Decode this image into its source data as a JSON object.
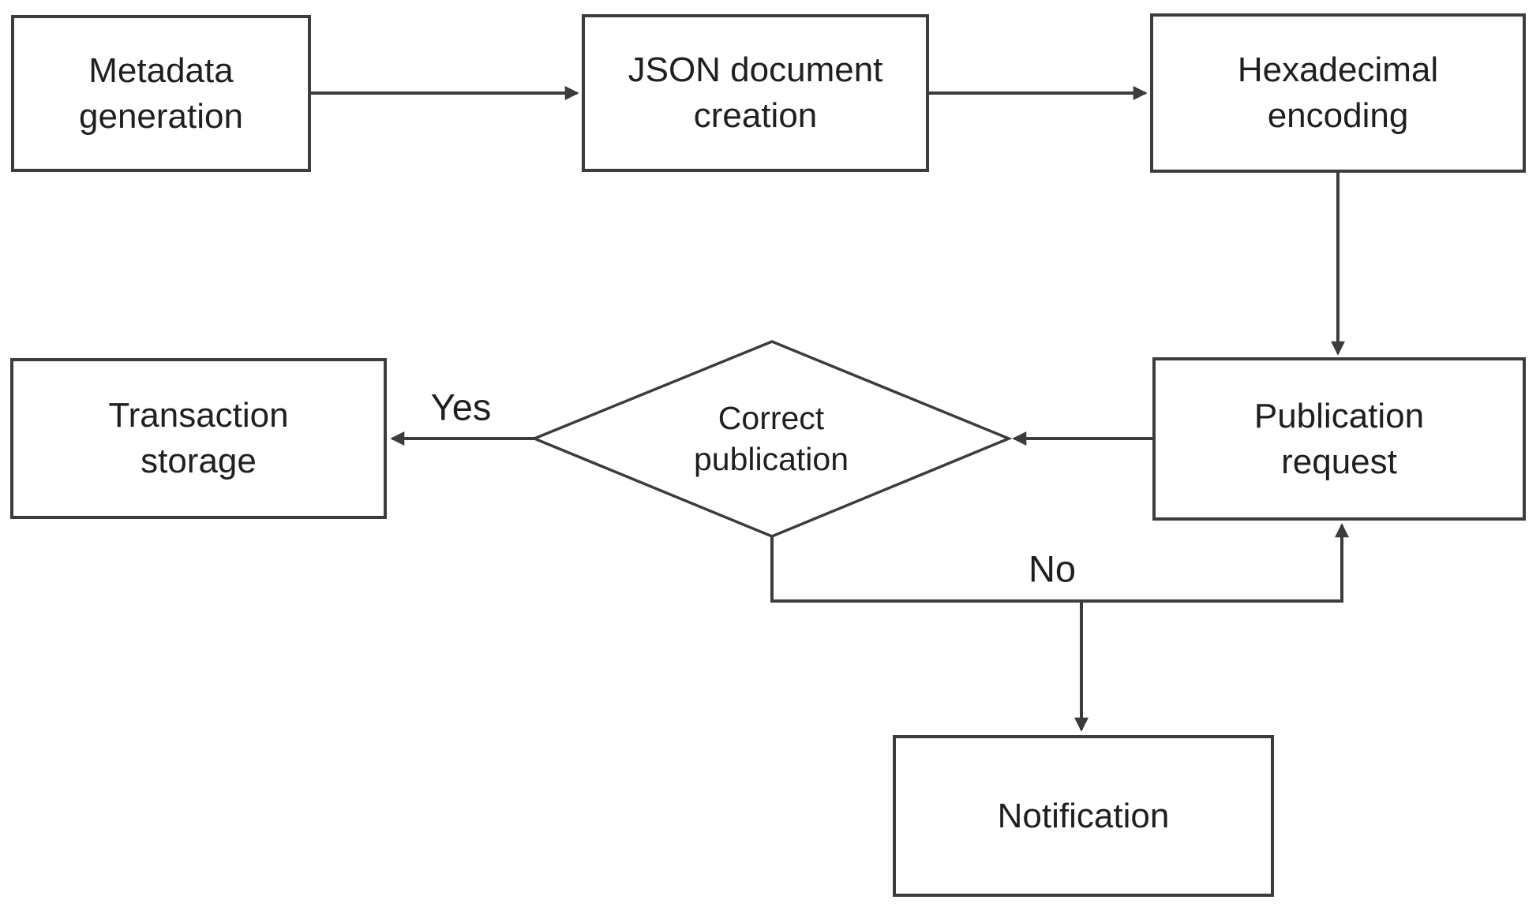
{
  "diagram": {
    "nodes": {
      "metadata": {
        "lines": [
          "Metadata",
          "generation"
        ]
      },
      "json_doc": {
        "lines": [
          "JSON document",
          "creation"
        ]
      },
      "hex": {
        "lines": [
          "Hexadecimal",
          "encoding"
        ]
      },
      "publication": {
        "lines": [
          "Publication",
          "request"
        ]
      },
      "decision": {
        "lines": [
          "Correct",
          "publication"
        ]
      },
      "transaction": {
        "lines": [
          "Transaction",
          "storage"
        ]
      },
      "notification": {
        "lines": [
          "Notification"
        ]
      }
    },
    "edges": [
      {
        "from": "metadata",
        "to": "json_doc",
        "label": ""
      },
      {
        "from": "json_doc",
        "to": "hex",
        "label": ""
      },
      {
        "from": "hex",
        "to": "publication",
        "label": ""
      },
      {
        "from": "publication",
        "to": "decision",
        "label": ""
      },
      {
        "from": "decision",
        "to": "transaction",
        "label": "Yes"
      },
      {
        "from": "decision",
        "to": "publication",
        "label": "No"
      },
      {
        "from": "decision",
        "to": "notification",
        "label": ""
      }
    ]
  },
  "colors": {
    "stroke": "#3c3c3c",
    "text": "#1f1f1f",
    "background": "#ffffff",
    "node_fill": "#ffffff"
  }
}
